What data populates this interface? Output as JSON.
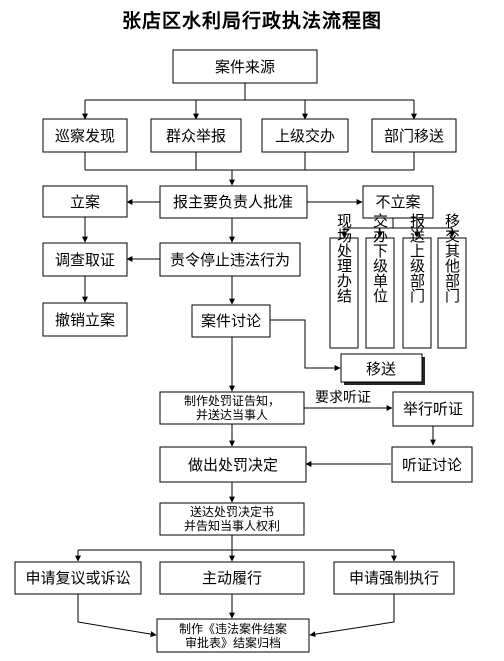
{
  "title": "张店区水利局行政执法流程图",
  "nodes": {
    "source": "案件来源",
    "patrol": "巡察发现",
    "report": "群众举报",
    "superior": "上级交办",
    "transfer_dept": "部门移送",
    "file": "立案",
    "approve": "报主要负责人批准",
    "nofile": "不立案",
    "investigate": "调查取证",
    "stop": "责令停止违法行为",
    "revoke": "撤销立案",
    "discuss": "案件讨论",
    "transfer": "移送",
    "notify_l1": "制作处罚证告知，",
    "notify_l2": "并送达当事人",
    "request_hearing": "要求听证",
    "hold_hearing": "举行听证",
    "decision": "做出处罚决定",
    "hearing_discuss": "听证讨论",
    "deliver_l1": "送达处罚决定书",
    "deliver_l2": "并告知当事人权利",
    "appeal": "申请复议或诉讼",
    "comply": "主动履行",
    "enforce": "申请强制执行",
    "archive_l1": "制作《违法案件结案",
    "archive_l2": "审批表》结案归档",
    "v1": "现场处理办结",
    "v2": "交办下级单位",
    "v3": "报送上级部门",
    "v4": "移交其他部门"
  },
  "colors": {
    "line": "#000000",
    "fill": "#ffffff"
  }
}
